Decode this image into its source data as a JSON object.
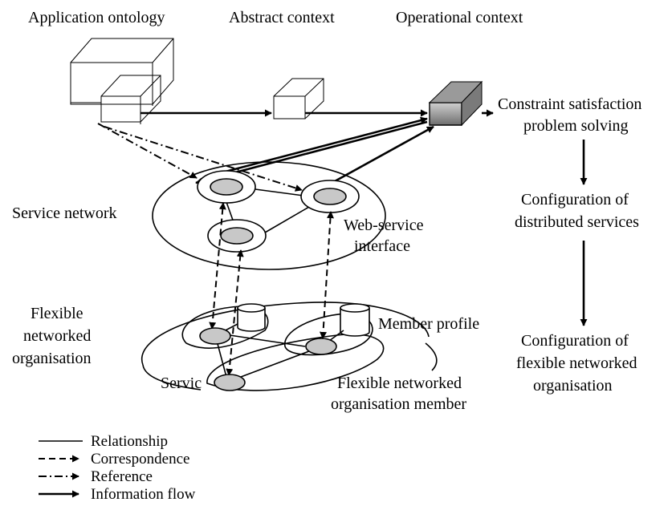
{
  "headers": {
    "application_ontology": "Application ontology",
    "abstract_context": "Abstract context",
    "operational_context": "Operational context"
  },
  "right_column": {
    "csp_line1": "Constraint satisfaction",
    "csp_line2": "problem solving",
    "config_services_line1": "Configuration of",
    "config_services_line2": "distributed services",
    "config_org_line1": "Configuration of",
    "config_org_line2": "flexible networked",
    "config_org_line3": "organisation"
  },
  "labels": {
    "service_network": "Service network",
    "web_service_line1": "Web-service",
    "web_service_line2": "interface",
    "fno_line1": "Flexible",
    "fno_line2": "networked",
    "fno_line3": "organisation",
    "member_profile": "Member profile",
    "service": "Servic",
    "fno_member_line1": "Flexible networked",
    "fno_member_line2": "organisation member"
  },
  "legend": {
    "relationship": "Relationship",
    "correspondence": "Correspondence",
    "reference": "Reference",
    "information_flow": "Information flow"
  }
}
